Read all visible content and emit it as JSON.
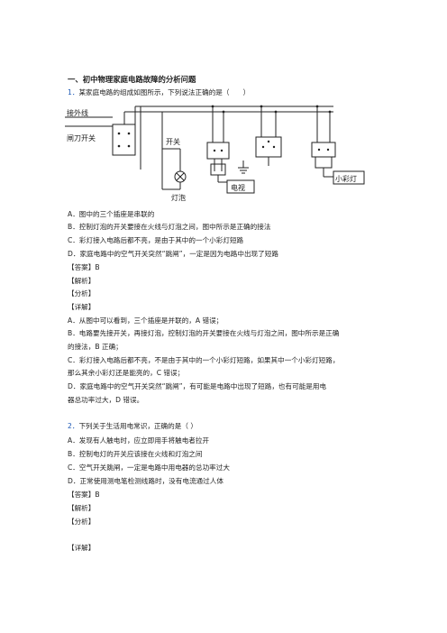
{
  "section_title": "一、初中物理家庭电路故障的分析问题",
  "q1": {
    "number": "1．",
    "stem": "某家庭电路的组成如图所示，下列说法正确的是（　　）",
    "figure_labels": {
      "incoming": "接外线",
      "switch_main": "闸刀开关",
      "switch": "开关",
      "bulb": "灯泡",
      "tv": "电视",
      "lamp": "小彩灯"
    },
    "options": [
      "A．图中的三个插座是串联的",
      "B．控制灯泡的开关要接在火线与灯泡之间，图中所示是正确的接法",
      "C．彩灯接入电路后都不亮，是由于其中的一个小彩灯短路",
      "D．家庭电路中的空气开关突然“跳闸”，一定是因为电路中出现了短路"
    ],
    "answer": "【答案】B",
    "jiexi": "【解析】",
    "fenxi": "【分析】",
    "xiangjie": "【详解】",
    "detail": [
      "A．从图中可以看到，三个插座是并联的，A 错误；",
      "B．电路要先接开关，再接灯泡，控制灯泡的开关要接在火线与灯泡之间，图中所示是正确",
      "的接法，B 正确；",
      "C．彩灯接入电路后都不亮，不是由于其中的一个小彩灯短路，如果其中一个小彩灯短路，",
      "那么其余小彩灯还是能亮的，C 错误；",
      "D．家庭电路中的空气开关突然“跳闸”，有可能是电路中出现了短路，也有可能是用电",
      "器总功率过大，D 错误。"
    ]
  },
  "q2": {
    "number": "2．",
    "stem": "下列关于生活用电常识，正确的是（ ）",
    "options": [
      "A．发现有人触电时，应立即用手将触电者拉开",
      "B．控制电灯的开关应该接在火线和灯泡之间",
      "C．空气开关跳闸，一定是电路中用电器的总功率过大",
      "D．正常使用测电笔检测线路时，没有电流通过人体"
    ],
    "answer": "【答案】B",
    "jiexi": "【解析】",
    "fenxi": "【分析】",
    "xiangjie": "【详解】"
  },
  "colors": {
    "number_blue": "#1a57b5",
    "text": "#222222"
  }
}
